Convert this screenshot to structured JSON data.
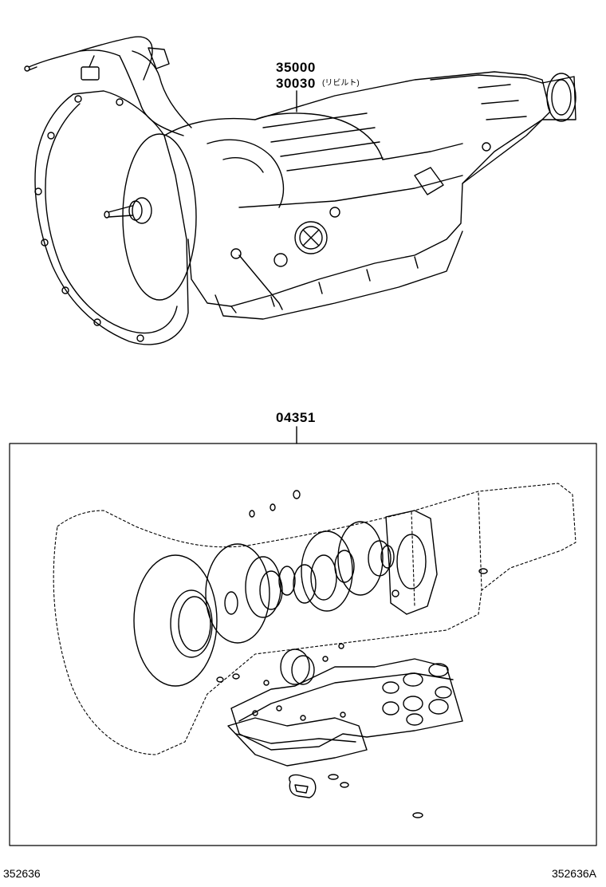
{
  "labels": {
    "transmission_part_1": "35000",
    "transmission_part_2": "30030",
    "rebuilt_note": "(リビルト)",
    "gasket_kit_part": "04351"
  },
  "footer": {
    "left_code": "352636",
    "right_code": "352636A"
  },
  "colors": {
    "line": "#000000",
    "background": "#ffffff"
  }
}
